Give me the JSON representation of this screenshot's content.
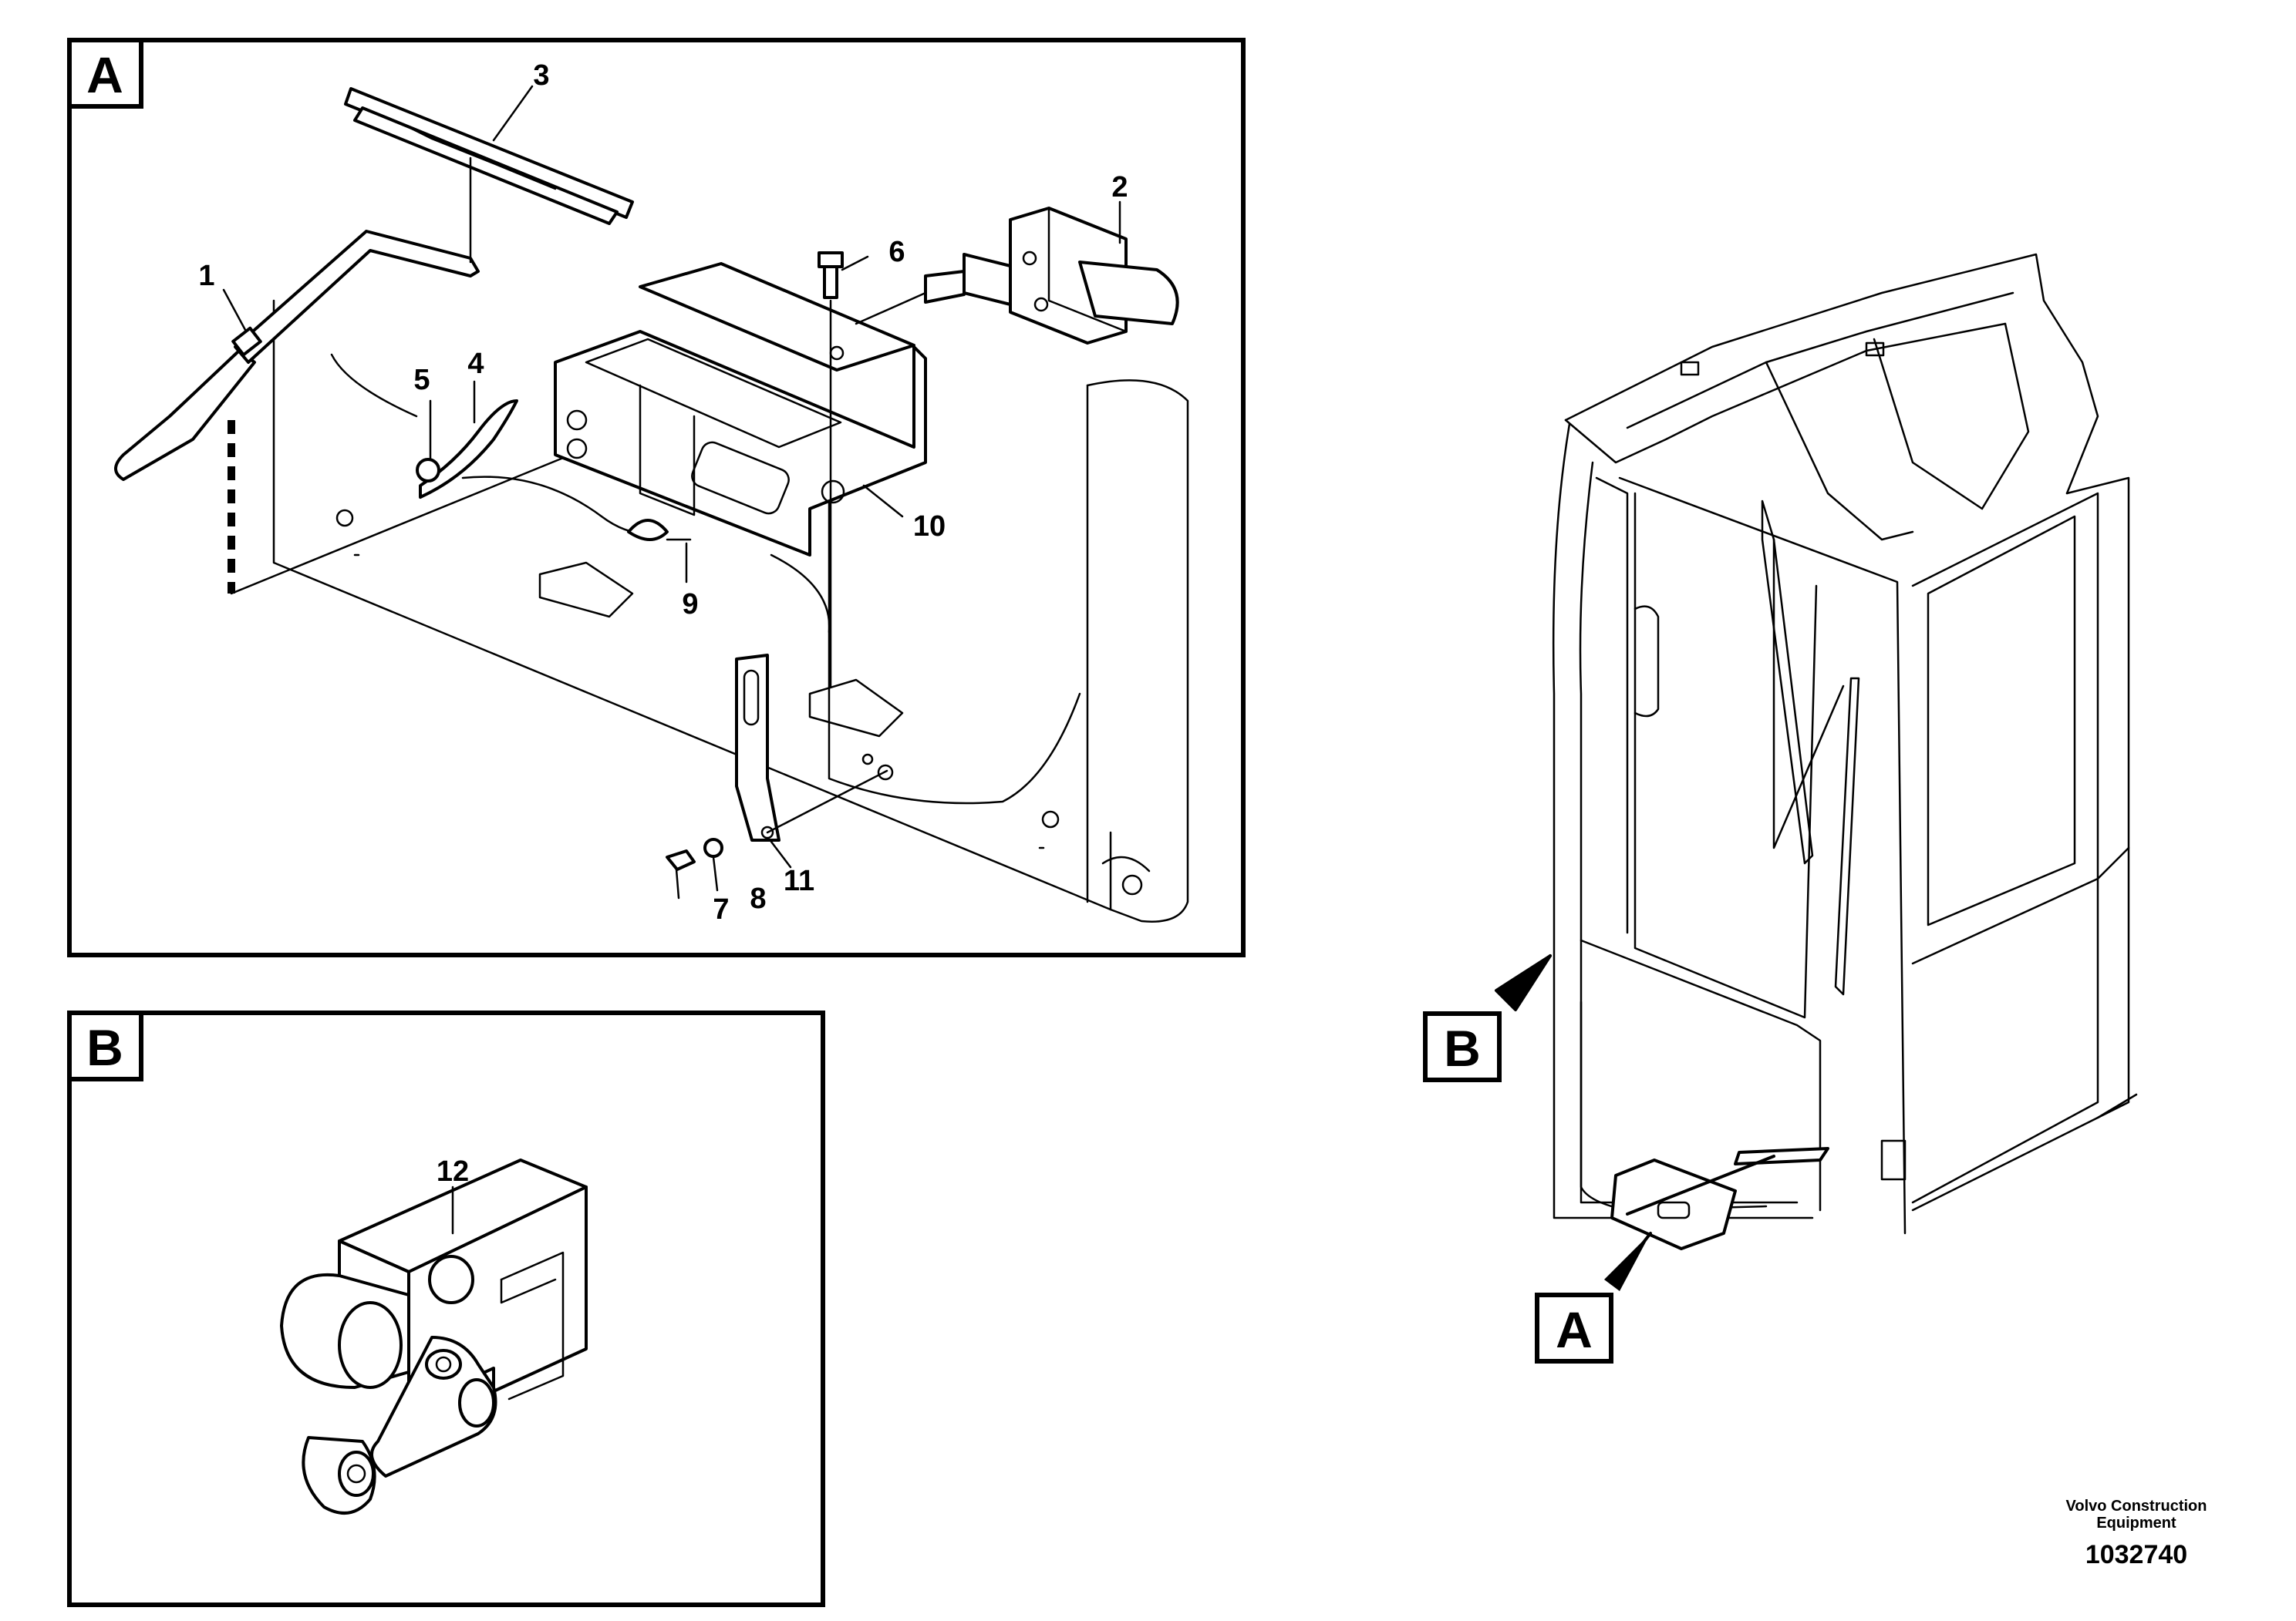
{
  "panels": {
    "a": {
      "letter": "A"
    },
    "b": {
      "letter": "B"
    }
  },
  "overview_labels": {
    "a": "A",
    "b": "B"
  },
  "callouts": {
    "c1": "1",
    "c2": "2",
    "c3": "3",
    "c4": "4",
    "c5": "5",
    "c6": "6",
    "c7": "7",
    "c8": "8",
    "c9": "9",
    "c10": "10",
    "c11": "11",
    "c12": "12"
  },
  "footer": {
    "company_line1": "Volvo Construction",
    "company_line2": "Equipment",
    "figure_number": "1032740"
  }
}
